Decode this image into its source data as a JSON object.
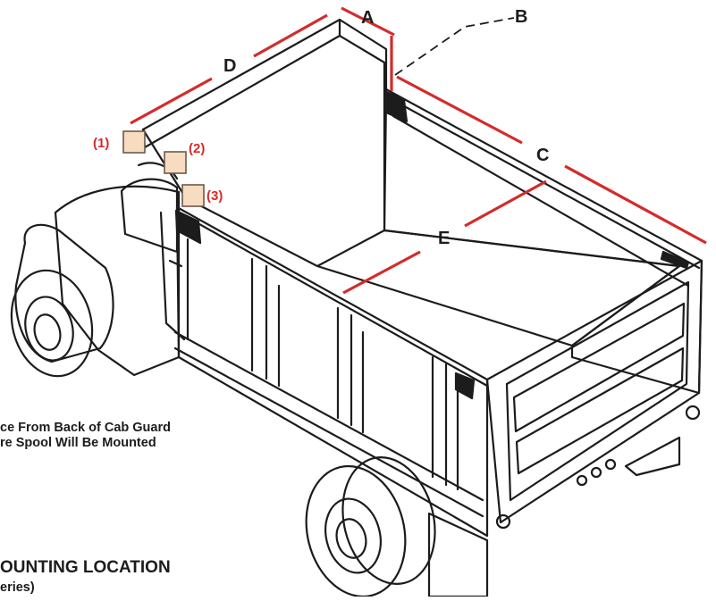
{
  "labels": {
    "a": "A",
    "b": "B",
    "c": "C",
    "d": "D",
    "e": "E"
  },
  "mounts": [
    {
      "label": "(1)"
    },
    {
      "label": "(2)"
    },
    {
      "label": "(3)"
    }
  ],
  "caption": {
    "line1": "ce From Back of Cab Guard",
    "line2": "re Spool Will Be Mounted"
  },
  "footer": {
    "heading": "OUNTING LOCATION",
    "sub": "eries)"
  },
  "colors": {
    "outline": "#1c1c1c",
    "measure_red": "#d42b2b",
    "mount_fill": "#f8dcbf",
    "mount_stroke": "#6b5a4a"
  }
}
